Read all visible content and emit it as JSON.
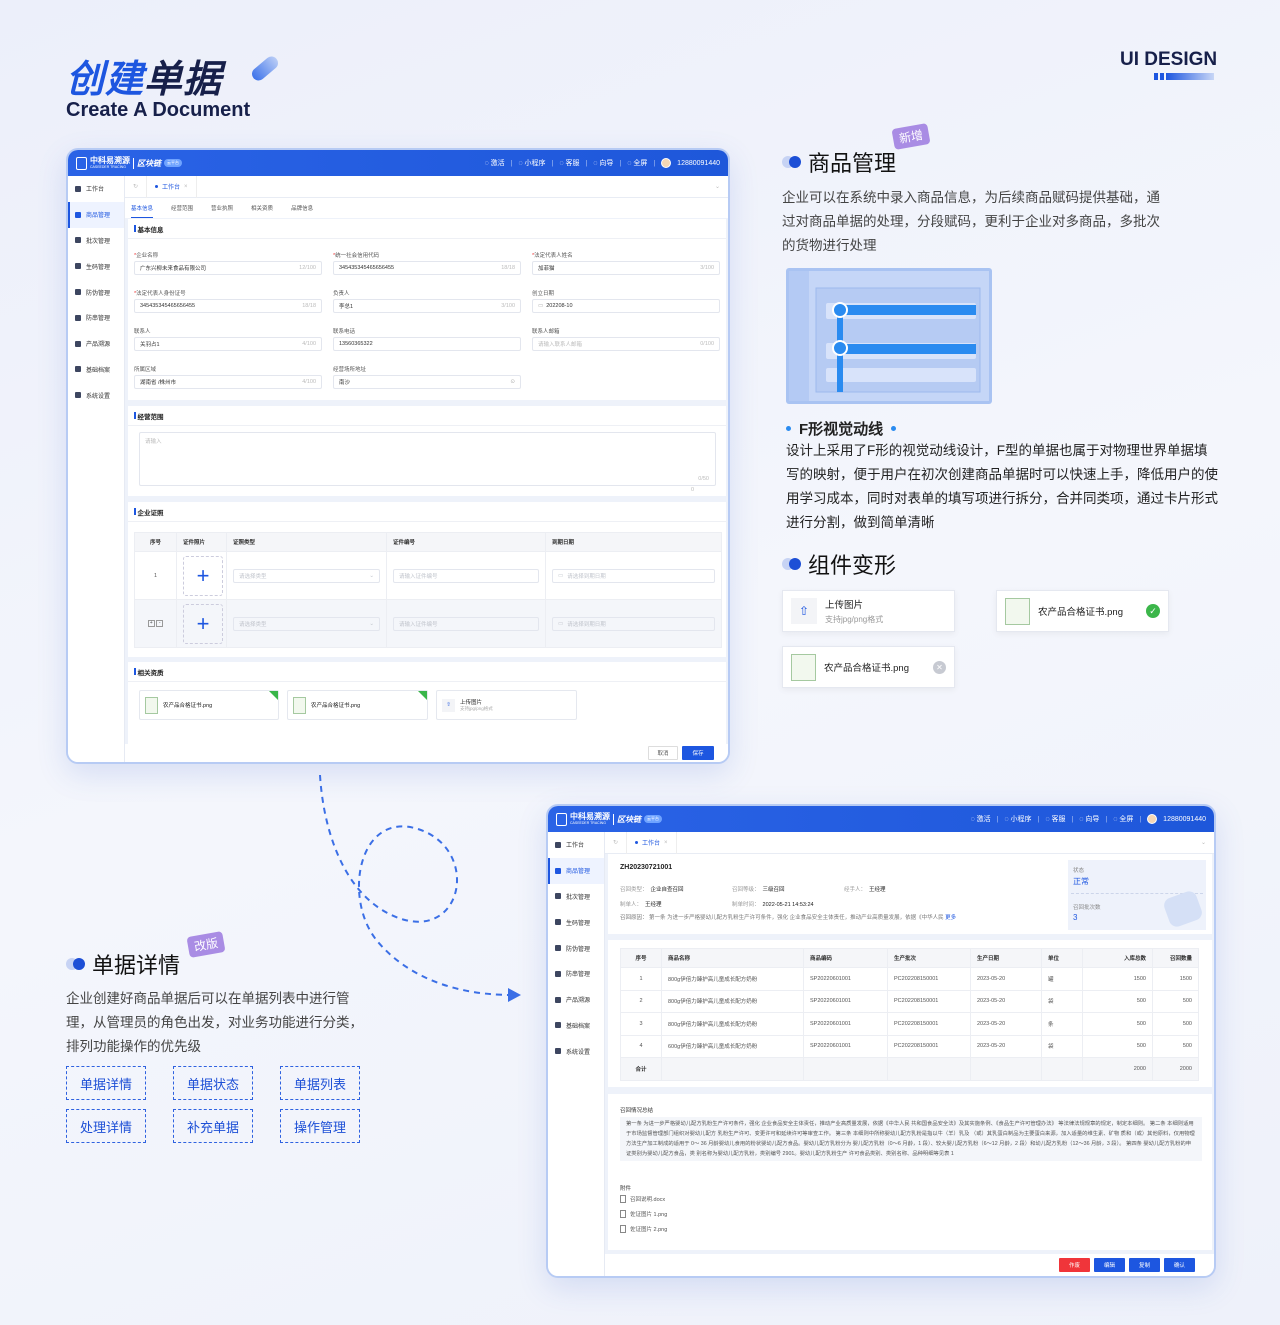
{
  "hero": {
    "title_blue": "创建",
    "title_dark": "单据",
    "subtitle": "Create A Document",
    "brand": "UI DESIGN"
  },
  "app": {
    "logo_cn": "中科易溯源",
    "logo_en": "CASEEDER TRACING",
    "logo_chain": "区块链",
    "logo_badge": "云平台",
    "nav": [
      {
        "label": "激活",
        "icon": "bulb-icon"
      },
      {
        "label": "小程序",
        "icon": "compass-icon"
      },
      {
        "label": "客服",
        "icon": "headset-icon"
      },
      {
        "label": "向导",
        "icon": "help-icon"
      },
      {
        "label": "全屏",
        "icon": "fullscreen-icon"
      }
    ],
    "phone": "12880091440",
    "sidebar": [
      "工作台",
      "商品管理",
      "批次管理",
      "生码管理",
      "防伪管理",
      "防串管理",
      "产品溯源",
      "基础档案",
      "系统设置"
    ],
    "active_sidebar": "商品管理",
    "tab": "工作台"
  },
  "form": {
    "subtabs": [
      "基本信息",
      "经营范围",
      "营业执照",
      "相关资质",
      "品牌信息"
    ],
    "basic": {
      "title": "基本信息",
      "fields": [
        {
          "label": "企业名称",
          "required": true,
          "value": "广东兴柳未来食品有限公司",
          "count": "12/100"
        },
        {
          "label": "统一社会信用代码",
          "required": true,
          "value": "345435345465656455",
          "count": "18/18"
        },
        {
          "label": "法定代表人姓名",
          "required": true,
          "value": "加菲猫",
          "count": "3/100"
        },
        {
          "label": "法定代表人身份证号",
          "required": true,
          "value": "345435345465656455",
          "count": "18/18"
        },
        {
          "label": "负责人",
          "required": false,
          "value": "李总1",
          "count": "3/100"
        },
        {
          "label": "创立日期",
          "required": false,
          "value": "202208-10",
          "icon": "calendar-icon"
        },
        {
          "label": "联系人",
          "required": false,
          "value": "关羽占1",
          "count": "4/100"
        },
        {
          "label": "联系电话",
          "required": false,
          "value": "13560365322"
        },
        {
          "label": "联系人邮箱",
          "required": false,
          "placeholder": "请输入联系人邮箱",
          "count": "0/100"
        },
        {
          "label": "所属区域",
          "required": false,
          "value": "湖南省 /株州市",
          "count": "4/100"
        },
        {
          "label": "经营场所地址",
          "required": false,
          "value": "南沙",
          "icon": "location-icon"
        }
      ]
    },
    "scope": {
      "title": "经营范围",
      "placeholder": "请输入",
      "count": "0/50",
      "sub_count": "0"
    },
    "license": {
      "title": "企业证照",
      "headers": [
        "序号",
        "证件照片",
        "证照类型",
        "证件编号",
        "到期日期"
      ],
      "row_index": "1",
      "type_placeholder": "请选择类型",
      "number_placeholder": "请输入证件编号",
      "date_placeholder": "请选择到期日期"
    },
    "quals": {
      "title": "相关资质",
      "files": [
        "农产品合格证书.png",
        "农产品合格证书.png"
      ],
      "upload_label": "上传图片",
      "upload_hint": "支持jpg/png格式"
    },
    "cancel": "取消",
    "save": "保存"
  },
  "detail": {
    "id": "ZH20230721001",
    "meta": [
      {
        "k": "召回类型：",
        "v": "企业自查召回"
      },
      {
        "k": "召回等级：",
        "v": "三级召回"
      },
      {
        "k": "经手人：",
        "v": "王经理"
      },
      {
        "k": "制单人：",
        "v": "王经理"
      },
      {
        "k": "制单时间：",
        "v": "2022-05-21 14:53:24"
      }
    ],
    "reason_label": "召回原因：",
    "reason": "第一条 为进一步严格婴幼儿配方乳粉生产许可条件，强化 企业食品安全主体责任，推动产业高质量发展，依据《中华人民",
    "more": "更多",
    "status_label": "状态",
    "status_value": "正常",
    "batches_label": "召回批次数",
    "batches_value": "3",
    "headers": [
      "序号",
      "商品名称",
      "商品编码",
      "生产批次",
      "生产日期",
      "单位",
      "入库总数",
      "召回数量"
    ],
    "rows": [
      [
        "1",
        "800g伊倍力臻护高儿童成长配方奶粉",
        "SP20220601001",
        "PC202208150001",
        "2023-05-20",
        "罐",
        "1500",
        "1500"
      ],
      [
        "2",
        "800g伊倍力臻护高儿童成长配方奶粉",
        "SP20220601001",
        "PC202208150001",
        "2023-05-20",
        "袋",
        "500",
        "500"
      ],
      [
        "3",
        "800g伊倍力臻护高儿童成长配方奶粉",
        "SP20220601001",
        "PC202208150001",
        "2023-05-20",
        "条",
        "500",
        "500"
      ],
      [
        "4",
        "600g伊倍力臻护高儿童成长配方奶粉",
        "SP20220601001",
        "PC202208150001",
        "2023-05-20",
        "袋",
        "500",
        "500"
      ]
    ],
    "total": [
      "合计",
      "",
      "",
      "",
      "",
      "",
      "2000",
      "2000"
    ],
    "summary_title": "召回情况总结",
    "summary": "第一条 为进一步严格婴幼儿配方乳粉生产许可条件，强化 企业食品安全主体责任，推动产业高质量发展，依据《中华人民 共和国食品安全法》及其实施条例、《食品生产许可管理办法》 等法律法规规章的规定，制定本细则。 第二条 本细则适用于市场监督管理部门组织对婴幼儿配方 乳粉生产许可、变更许可和延续许可等审查工作。 第三条 本细则中所称婴幼儿配方乳粉是指以牛（羊）乳及 （或）其乳蛋白制品为主要蛋白来源，加入适量的维生素、矿物 质和（或）其他原料，仅用物理方法生产加工制成的适用于 0～ 36 月龄婴幼儿食用的粉状婴幼儿配方食品。婴幼儿配方乳粉分为 婴儿配方乳粉（0～6 月龄，1 段）、较大婴儿配方乳粉（6～12 月龄，2 段）和幼儿配方乳粉（12～36 月龄，3 段）。 第四条 婴幼儿配方乳粉的申证类别为婴幼儿配方食品，类 别名称为婴幼儿配方乳粉，类别编号 2901。婴幼儿配方乳粉生产 许可食品类别、类别名称、品种明细等见表 1",
    "attach_title": "附件",
    "attachments": [
      "召回说明.docx",
      "佐证图片 1.png",
      "佐证图片 2.png"
    ],
    "buttons": [
      "作废",
      "编辑",
      "复制",
      "确认"
    ],
    "danger_color": "#f0353a",
    "primary_color": "#1d56e0"
  },
  "goods": {
    "title": "商品管理",
    "tag": "新增",
    "desc": "企业可以在系统中录入商品信息，为后续商品赋码提供基础，通过对商品单据的处理，分段赋码，更利于企业对多商品，多批次的货物进行处理"
  },
  "fline": {
    "title": "F形视觉动线",
    "desc": "设计上采用了F形的视觉动线设计，F型的单据也属于对物理世界单据填写的映射，便于用户在初次创建商品单据时可以快速上手，降低用户的使用学习成本，同时对表单的填写项进行拆分，合并同类项，通过卡片形式进行分割，做到简单清晰"
  },
  "components": {
    "title": "组件变形",
    "upload_label": "上传图片",
    "upload_hint": "支持jpg/png格式",
    "file_success": "农产品合格证书.png",
    "file_removable": "农产品合格证书.png"
  },
  "docdetail": {
    "title": "单据详情",
    "tag": "改版",
    "desc": "企业创建好商品单据后可以在单据列表中进行管理，从管理员的角色出发，对业务功能进行分类，排列功能操作的优先级",
    "tags": [
      "单据详情",
      "单据状态",
      "单据列表",
      "处理详情",
      "补充单据",
      "操作管理"
    ]
  }
}
